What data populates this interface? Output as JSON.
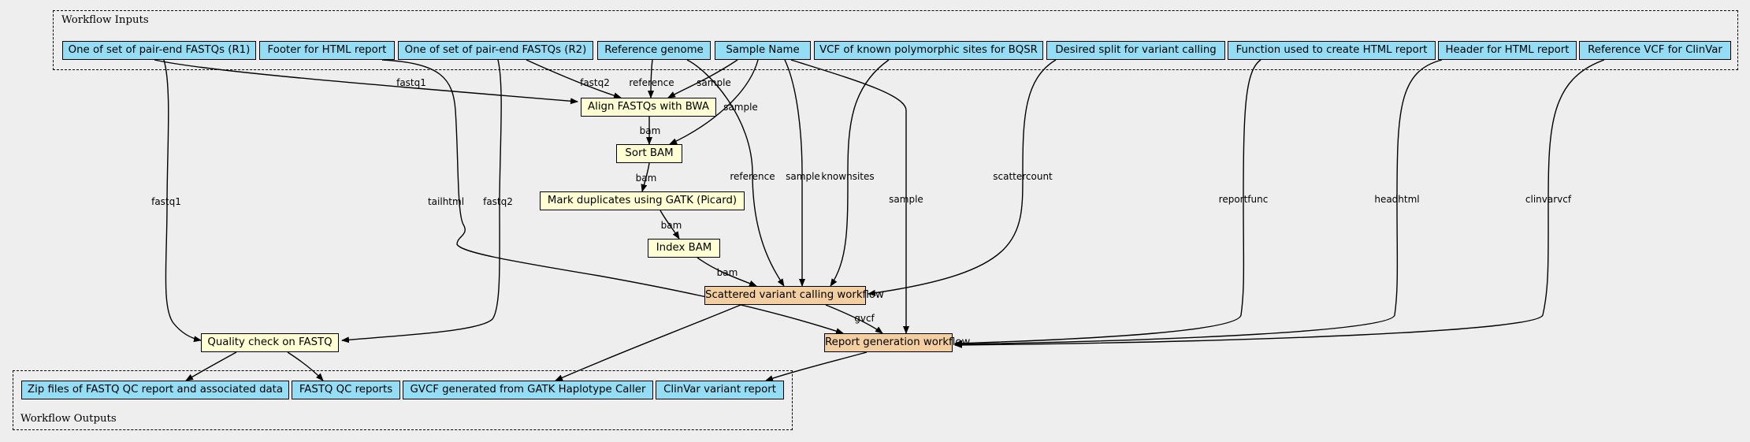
{
  "clusters": {
    "inputs_label": "Workflow Inputs",
    "outputs_label": "Workflow Outputs"
  },
  "inputs": {
    "fastq_r1": "One of set of pair-end FASTQs (R1)",
    "footer": "Footer for HTML report",
    "fastq_r2": "One of set of pair-end FASTQs (R2)",
    "reference": "Reference genome",
    "sample_name": "Sample Name",
    "known_sites": "VCF of known polymorphic sites for BQSR",
    "scatter_split": "Desired split for variant calling",
    "report_func": "Function used to create HTML report",
    "header": "Header for HTML report",
    "clinvar_vcf": "Reference VCF for ClinVar"
  },
  "steps": {
    "align": "Align FASTQs with BWA",
    "sort": "Sort BAM",
    "markdup": "Mark duplicates using GATK (Picard)",
    "index": "Index BAM",
    "qc": "Quality check on FASTQ",
    "scatter": "Scattered variant calling workflow",
    "report": "Report generation workflow"
  },
  "outputs": {
    "qc_zip": "Zip files of FASTQ QC report and associated data",
    "qc_reports": "FASTQ QC reports",
    "gvcf": "GVCF generated from GATK Haplotype Caller",
    "clinvar_report": "ClinVar variant report"
  },
  "edge_labels": {
    "r1_align": "fastq1",
    "r2_align": "fastq2",
    "ref_align": "reference",
    "sample_align": "sample",
    "sample_sort": "sample",
    "align_sort": "bam",
    "sort_markdup": "bam",
    "markdup_index": "bam",
    "index_scatter": "bam",
    "r1_qc": "fastq1",
    "r2_qc": "fastq2",
    "footer_report": "tailhtml",
    "ref_scatter": "reference",
    "sample_scatter": "sample",
    "known_scatter": "knownsites",
    "split_scatter": "scattercount",
    "sample_report": "sample",
    "func_report": "reportfunc",
    "header_report": "headhtml",
    "clinvar_report": "clinvarvcf",
    "scatter_report": "gvcf"
  },
  "colors": {
    "background": "#eeeeee",
    "io_node": "#94ddf4",
    "step_node": "#ffffd3",
    "subworkflow_node": "#f3cea1"
  }
}
